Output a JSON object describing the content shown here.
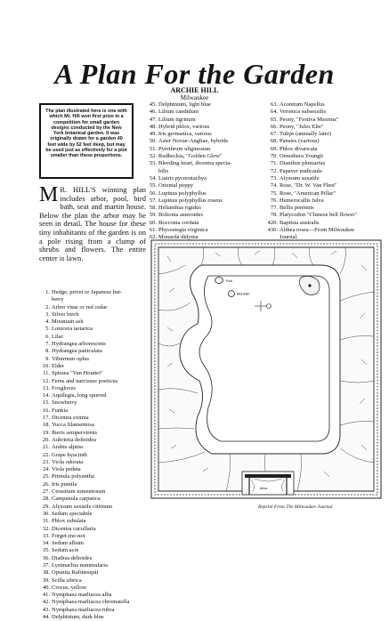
{
  "article": {
    "title": "A Plan For the Garden",
    "author": "ARCHIE HILL",
    "location": "Milwaukee",
    "sidebar_note": "The plan illustrated here is one with which Mr. Hill won first prize in a competition for small garden designs conducted by the New York botanical garden. It was originally drawn for a garden 40 feet wide by 52 feet deep, but may be used just as effectively for a plot smaller than these proportions.",
    "intro_dropcap": "M",
    "intro_text": "R. HILL'S winning plan includes arbor, pool, bird bath, seat and martin house. Below the plan the arbor may be seen in detail. The house for these tiny inhabitants of the garden is on a pole rising from a clump of shrubs and flowers. The entire center is lawn.",
    "caption": "Reprint From The Milwaukee Journal",
    "plan_labels": {
      "pool": "Pool",
      "bird_bath": "Bird Bath",
      "arbor": "Arbor"
    }
  },
  "plant_list": {
    "left": [
      {
        "num": "1.",
        "name": "Hedge, privet or Japanese bar-"
      },
      {
        "num": "",
        "name": "berry"
      },
      {
        "num": "2.",
        "name": "Arbor vitae or red cedar"
      },
      {
        "num": "3.",
        "name": "Silver birch"
      },
      {
        "num": "4.",
        "name": "Mountain ash"
      },
      {
        "num": "5.",
        "name": "Lonicera tartarica"
      },
      {
        "num": "6.",
        "name": "Lilac"
      },
      {
        "num": "7.",
        "name": "Hydrangea arborescens"
      },
      {
        "num": "8.",
        "name": "Hydrangea paniculata"
      },
      {
        "num": "9.",
        "name": "Viburnum oplus"
      },
      {
        "num": "10.",
        "name": "Elder"
      },
      {
        "num": "11.",
        "name": "Spiraea \"Van Houttei\""
      },
      {
        "num": "12.",
        "name": "Ferns and narcissus poeticus"
      },
      {
        "num": "13.",
        "name": "Foxgloves"
      },
      {
        "num": "14.",
        "name": "Aquilegia, long spurred"
      },
      {
        "num": "15.",
        "name": "Snowberry"
      },
      {
        "num": "16.",
        "name": "Funkia"
      },
      {
        "num": "17.",
        "name": "Dicentra eximia"
      },
      {
        "num": "18.",
        "name": "Yucca filamentosa"
      },
      {
        "num": "19.",
        "name": "Iberis sempervirens"
      },
      {
        "num": "20.",
        "name": "Aubrietia deltoidea"
      },
      {
        "num": "21.",
        "name": "Arabis alpina"
      },
      {
        "num": "22.",
        "name": "Grape hyacinth"
      },
      {
        "num": "23.",
        "name": "Viola odorata"
      },
      {
        "num": "24.",
        "name": "Viola pedata"
      },
      {
        "num": "25.",
        "name": "Primula polyantha"
      },
      {
        "num": "26.",
        "name": "Iris pumila"
      },
      {
        "num": "27.",
        "name": "Cerastium tomentosum"
      },
      {
        "num": "28.",
        "name": "Campanula carpatica"
      },
      {
        "num": "29.",
        "name": "Alyssum saxatile citrinum"
      },
      {
        "num": "30.",
        "name": "Sedum spectabile"
      },
      {
        "num": "31.",
        "name": "Phlox subulata"
      },
      {
        "num": "32.",
        "name": "Dicentra cucullaria"
      },
      {
        "num": "33.",
        "name": "Forget-me-not"
      },
      {
        "num": "34.",
        "name": "Sedum album"
      },
      {
        "num": "35.",
        "name": "Sedum acre"
      },
      {
        "num": "36.",
        "name": "Diathus deltoides"
      },
      {
        "num": "37.",
        "name": "Lysimachia nummularia"
      },
      {
        "num": "38.",
        "name": "Opuntia Rafinesquii"
      },
      {
        "num": "39.",
        "name": "Scilla sibrica"
      },
      {
        "num": "40.",
        "name": "Crocus, yellow"
      },
      {
        "num": "41.",
        "name": "Nymphaea marliacea alba"
      },
      {
        "num": "42.",
        "name": "Nymphaea marliacea chromatella"
      },
      {
        "num": "43.",
        "name": "Nymphaea marliacea rubra"
      },
      {
        "num": "44.",
        "name": "Delphinium, dark blue"
      }
    ],
    "middle": [
      {
        "num": "45.",
        "name": "Delphinium, light blue"
      },
      {
        "num": "46.",
        "name": "Lilium candidum"
      },
      {
        "num": "47.",
        "name": "Lilium tigrinum"
      },
      {
        "num": "48.",
        "name": "Hybrid phlox, various"
      },
      {
        "num": "49.",
        "name": "Iris germanica, various"
      },
      {
        "num": "50.",
        "name": "Aster Novae-Angliae, hybrids"
      },
      {
        "num": "51.",
        "name": "Pyrethrum uliginosum"
      },
      {
        "num": "52.",
        "name": "Rudbeckia, \"Golden Glow\""
      },
      {
        "num": "53.",
        "name": "Bleeding heart, dicentra specta-"
      },
      {
        "num": "",
        "name": "bilis"
      },
      {
        "num": "54.",
        "name": "Liatris pycnostachya"
      },
      {
        "num": "55.",
        "name": "Oriental poppy"
      },
      {
        "num": "56.",
        "name": "Lupinus polyphyllus"
      },
      {
        "num": "57.",
        "name": "Lupinus polyphyllus roseus"
      },
      {
        "num": "58.",
        "name": "Helianthus rigidus"
      },
      {
        "num": "59.",
        "name": "Boltonia asteroides"
      },
      {
        "num": "60.",
        "name": "Bocconia cordata"
      },
      {
        "num": "61.",
        "name": "Physostegia virginica"
      },
      {
        "num": "62.",
        "name": "Monarda didyma"
      }
    ],
    "right": [
      {
        "num": "63.",
        "name": "Aconitum Napellus"
      },
      {
        "num": "64.",
        "name": "Veronica subsessilis"
      },
      {
        "num": "65.",
        "name": "Peony, \"Festiva Maxima\""
      },
      {
        "num": "66.",
        "name": "Peony, \"Jules Elie\""
      },
      {
        "num": "67.",
        "name": "Tulips (annually later)"
      },
      {
        "num": "68.",
        "name": "Pansies (various)"
      },
      {
        "num": "69.",
        "name": "Phlox divaricata"
      },
      {
        "num": "70.",
        "name": "Oenothera Youngii"
      },
      {
        "num": "71.",
        "name": "Dianthus plumarius"
      },
      {
        "num": "72.",
        "name": "Papaver nudicaule"
      },
      {
        "num": "73.",
        "name": "Alyssum saxatile"
      },
      {
        "num": "74.",
        "name": "Rose, \"Dr. W. Van Fleet\""
      },
      {
        "num": "75.",
        "name": "Rose, \"American Pillar\""
      },
      {
        "num": "76.",
        "name": "Hemerocallis fulva"
      },
      {
        "num": "77.",
        "name": "Bellis perennis"
      },
      {
        "num": "78.",
        "name": "Platycodon \"Chinese bell flower\""
      },
      {
        "num": "420.",
        "name": "Baptisia australis"
      },
      {
        "num": "430.",
        "name": "Althea rosea—From Milwaukee"
      },
      {
        "num": "",
        "name": "Journal."
      }
    ]
  }
}
